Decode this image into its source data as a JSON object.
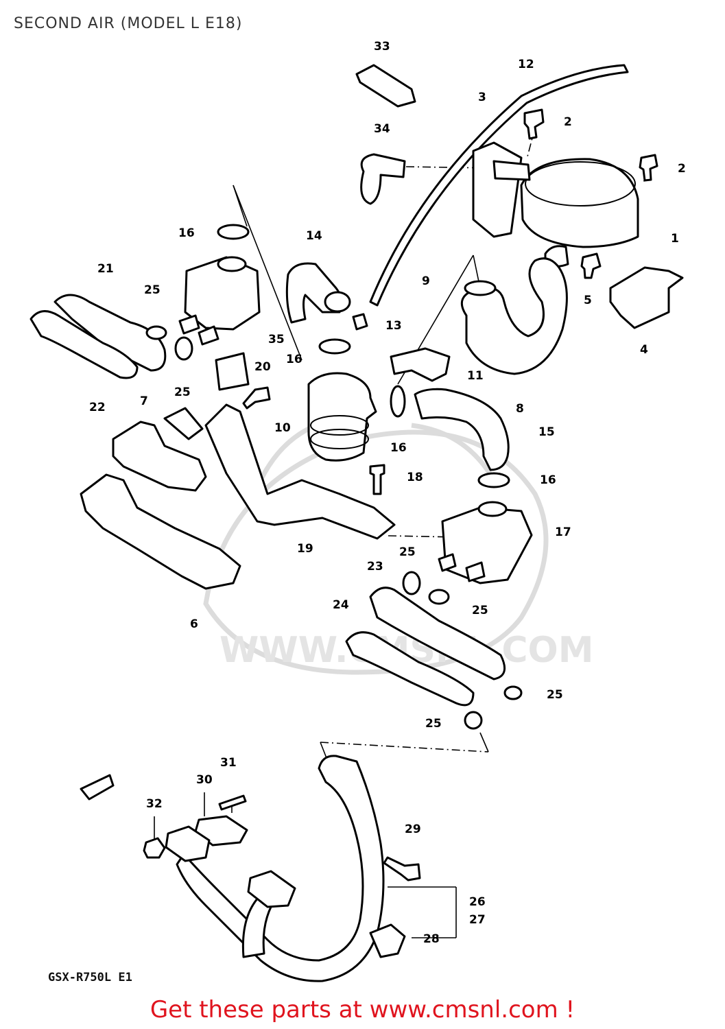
{
  "page": {
    "title": "SECOND AIR (MODEL L E18)",
    "model_code": "GSX-R750L E1",
    "promo_text": "Get these parts at www.cmsnl.com !",
    "watermark_text": "WWW.CMSNL.COM"
  },
  "callouts": [
    "33",
    "12",
    "3",
    "2",
    "2",
    "34",
    "1",
    "5",
    "16",
    "14",
    "9",
    "4",
    "21",
    "25",
    "13",
    "22",
    "25",
    "16",
    "35",
    "20",
    "11",
    "8",
    "7",
    "10",
    "16",
    "15",
    "18",
    "16",
    "19",
    "17",
    "25",
    "23",
    "24",
    "25",
    "6",
    "25",
    "25",
    "31",
    "30",
    "32",
    "29",
    "26",
    "27",
    "28"
  ],
  "colors": {
    "promo": "#e0141e",
    "line": "#000000",
    "watermark": "#dcdcdc"
  }
}
